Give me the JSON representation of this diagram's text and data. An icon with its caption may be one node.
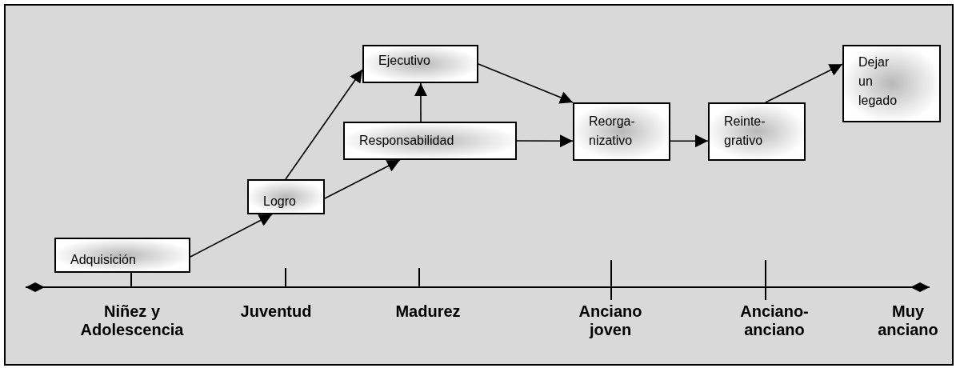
{
  "diagram": {
    "nodes": [
      {
        "text": [
          "Adquisición"
        ]
      },
      {
        "text": [
          "Logro"
        ]
      },
      {
        "text": [
          "Ejecutivo"
        ]
      },
      {
        "text": [
          "Responsabilidad"
        ]
      },
      {
        "text": [
          "Reorga- nizativo"
        ]
      },
      {
        "text": [
          "Reinte- grativo"
        ]
      },
      {
        "text": [
          "Dejar un legado"
        ]
      }
    ],
    "edges": [
      {
        "from": 0,
        "to": 1,
        "arrow": "to"
      },
      {
        "from": 1,
        "to": 2,
        "arrow": "to"
      },
      {
        "from": 1,
        "to": 3,
        "arrow": "to"
      },
      {
        "from": 3,
        "to": 2,
        "arrow": "to"
      },
      {
        "from": 2,
        "to": 4,
        "arrow": "to"
      },
      {
        "from": 3,
        "to": 4,
        "arrow": "to"
      },
      {
        "from": 4,
        "to": 5,
        "arrow": "to"
      },
      {
        "from": 5,
        "to": 6,
        "arrow": "to"
      }
    ],
    "labels": [
      "Niñez y Adolescencia",
      "Juventud",
      "Madurez",
      "Anciano joven",
      "Anciano-anciano",
      "Muy anciano"
    ]
  }
}
